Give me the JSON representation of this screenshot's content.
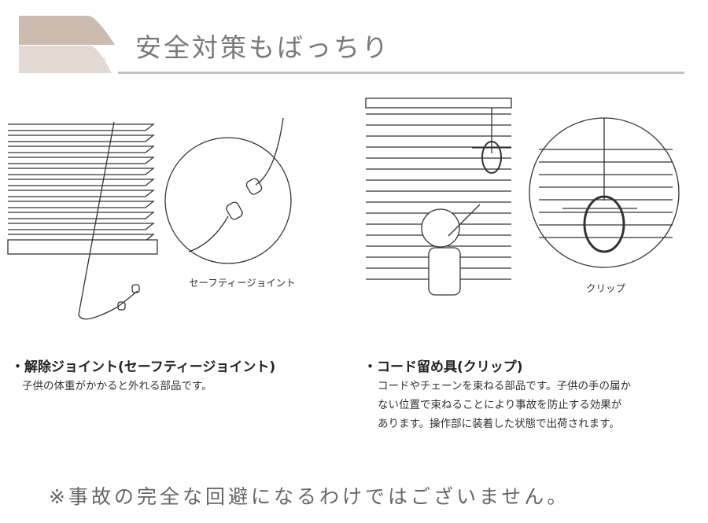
{
  "header": {
    "title": "安全対策もばっちり",
    "colors": {
      "band1": "#cbbcaf",
      "band2": "#e2d9d2",
      "band3": "#f0ece8",
      "rule": "#c9c0bb"
    }
  },
  "left": {
    "caption": "セーフティージョイント",
    "heading": "・解除ジョイント(セーフティージョイント)",
    "body": "子供の体重がかかると外れる部品です。"
  },
  "right": {
    "caption": "クリップ",
    "heading": "・コード留め具(クリップ)",
    "body": [
      "コードやチェーンを束ねる部品です。子供の手の届か",
      "ない位置で束ねることにより事故を防止する効果が",
      "あります。操作部に装着した状態で出荷されます。"
    ]
  },
  "footer": {
    "note": "※事故の完全な回避になるわけではございません。"
  }
}
